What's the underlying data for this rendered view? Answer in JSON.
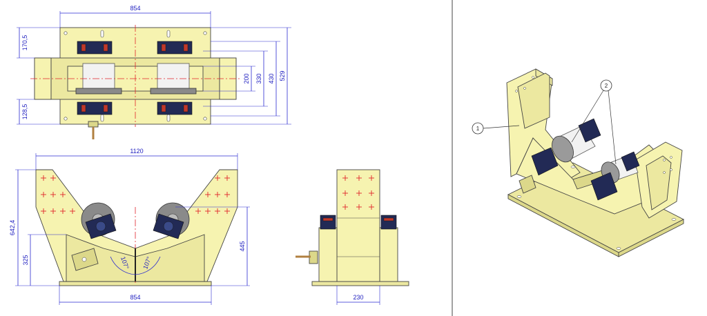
{
  "dimensions": {
    "top_width": "854",
    "top_170": "170,5",
    "top_128": "128,5",
    "top_200": "200",
    "top_330": "330",
    "top_430": "430",
    "top_529": "529",
    "front_1120": "1120",
    "front_642": "642,4",
    "front_325": "325",
    "front_445": "445",
    "front_854": "854",
    "angle_left": "107°",
    "angle_right": "107°",
    "side_230": "230"
  },
  "callouts": {
    "frame": "1",
    "rollers": "2"
  },
  "colors": {
    "frame": "#f6f3b0",
    "dimension": "#1c1cbf",
    "centerline": "#e0242a",
    "bearing": "#222a55"
  }
}
